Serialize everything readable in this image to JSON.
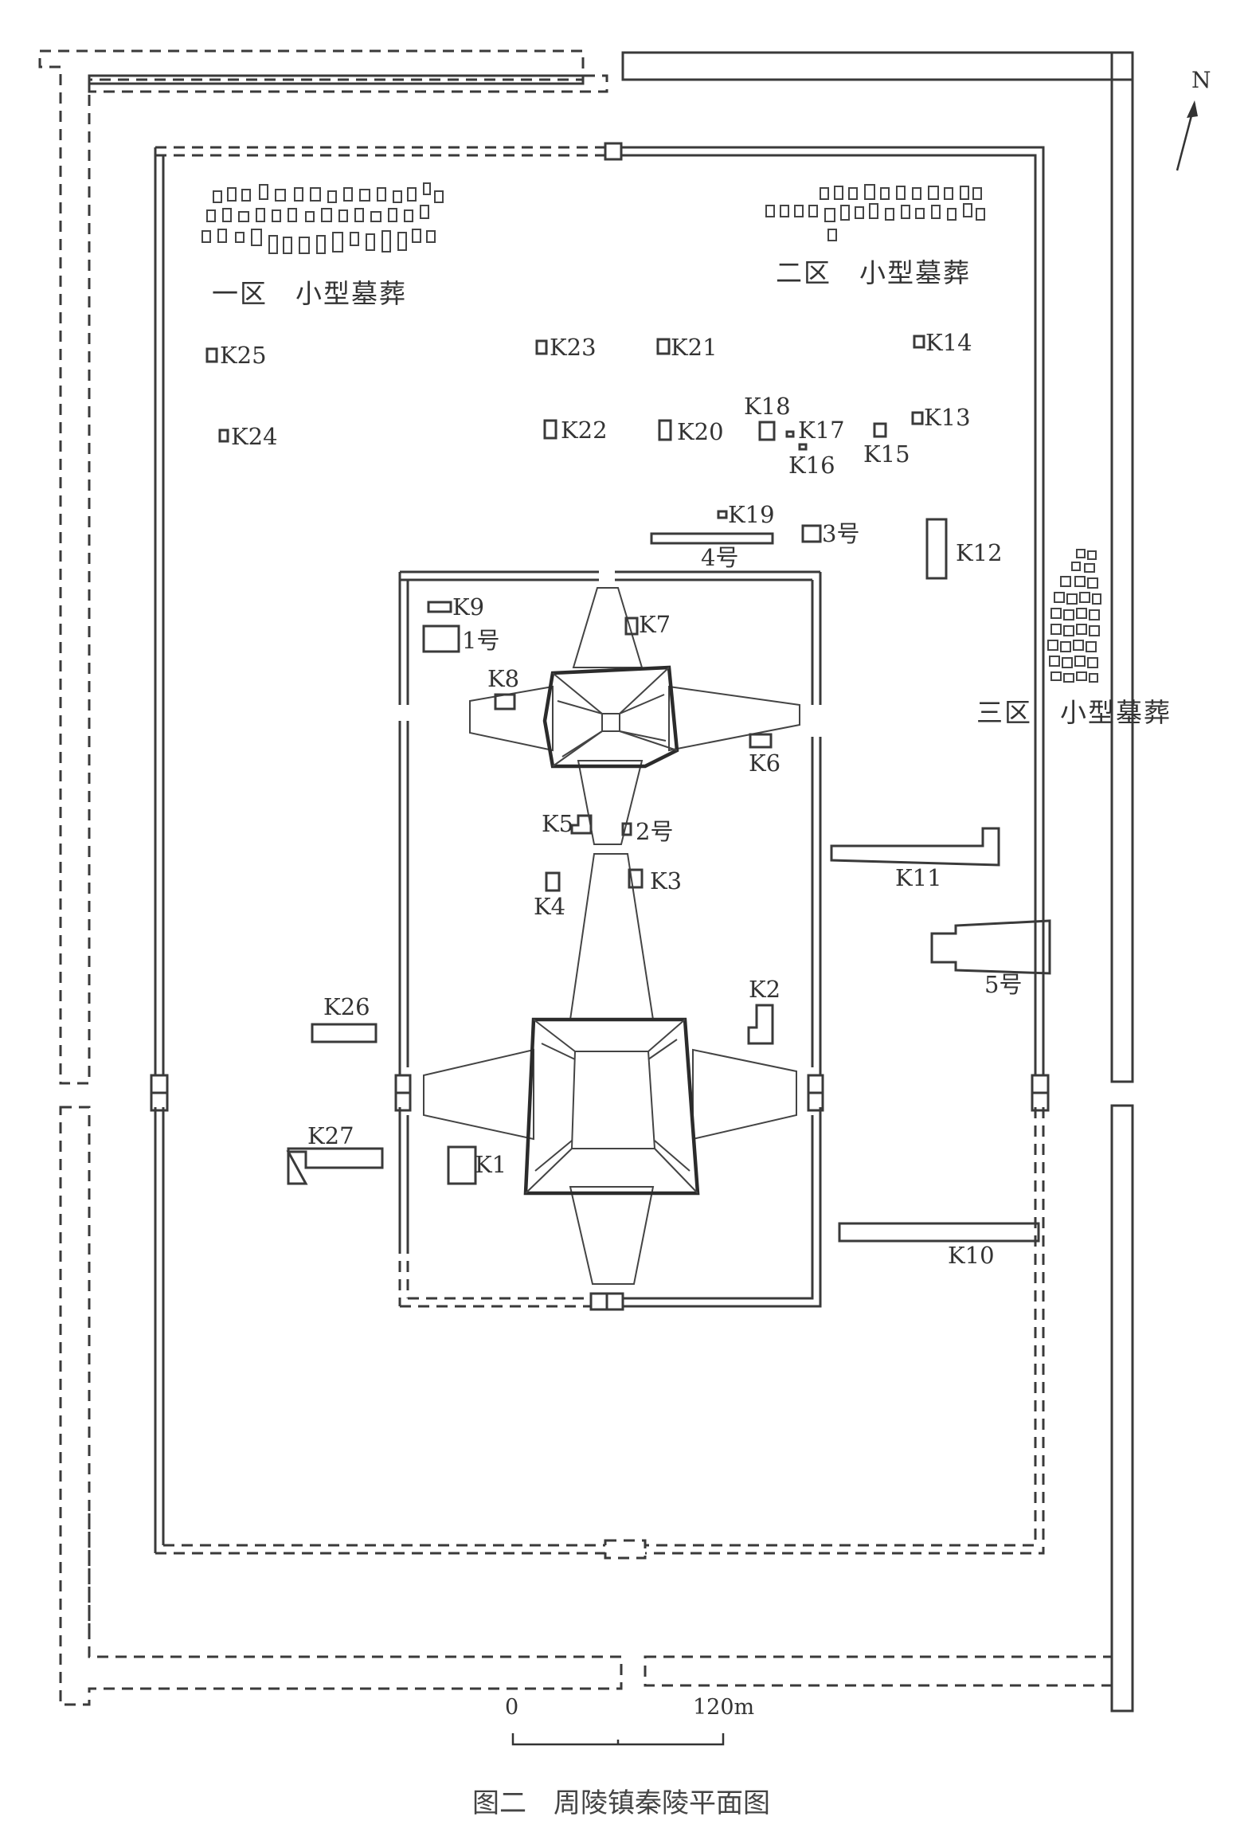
{
  "caption": "图二　周陵镇秦陵平面图",
  "north": "N",
  "scale": {
    "start": "0",
    "end": "120m"
  },
  "zones": {
    "zone1": "一区　小型墓葬",
    "zone2": "二区　小型墓葬",
    "zone3": "三区　小型墓葬"
  },
  "features": {
    "k1": "K1",
    "k2": "K2",
    "k3": "K3",
    "k4": "K4",
    "k5": "K5",
    "k6": "K6",
    "k7": "K7",
    "k8": "K8",
    "k9": "K9",
    "k10": "K10",
    "k11": "K11",
    "k12": "K12",
    "k13": "K13",
    "k14": "K14",
    "k15": "K15",
    "k16": "K16",
    "k17": "K17",
    "k18": "K18",
    "k19": "K19",
    "k20": "K20",
    "k21": "K21",
    "k22": "K22",
    "k23": "K23",
    "k24": "K24",
    "k25": "K25",
    "k26": "K26",
    "k27": "K27",
    "b1": "1号",
    "b2": "2号",
    "b3": "3号",
    "b4": "4号",
    "b5": "5号"
  }
}
